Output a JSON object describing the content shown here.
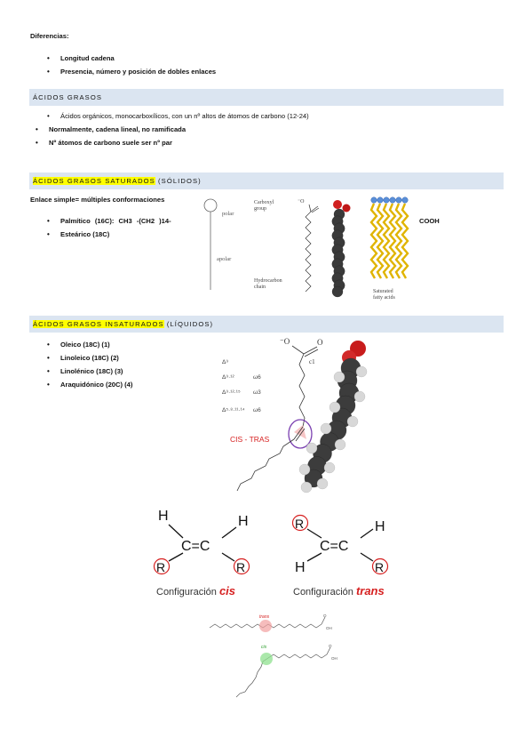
{
  "intro": {
    "heading": "Diferencias:",
    "items": [
      "Longitud cadena",
      "Presencia, número y posición de dobles enlaces"
    ]
  },
  "section1": {
    "title": "ÁCIDOS GRASOS",
    "items": [
      "Ácidos orgánicos, monocarboxílicos, con un nº altos de átomos de carbono (12-24)",
      "Normalmente, cadena lineal, no ramificada",
      "Nº átomos de carbono suele ser nº par"
    ]
  },
  "section2": {
    "title_highlight": "ÁCIDOS GRASOS SATURADOS",
    "title_rest": " (SÓLIDOS)",
    "subtitle": "Enlace simple= múltiples conformaciones",
    "items": [
      "Palmítico (16C): CH3 -(CH2 )14-",
      "Esteárico (18C)"
    ],
    "cooh": "COOH",
    "figure": {
      "polar": "polar",
      "apolar": "apolar",
      "carboxyl_1": "Carboxyl",
      "carboxyl_2": "group",
      "hydrocarbon_1": "Hydrocarbon",
      "hydrocarbon_2": "chain",
      "saturated_1": "Saturated",
      "saturated_2": "fatty acids"
    }
  },
  "section3": {
    "title_highlight": "ÁCIDOS GRASOS INSATURADOS",
    "title_rest": " (LÍQUIDOS)",
    "items": [
      "Oleico (18C) (1)",
      "Linoleico (18C) (2)",
      "Linolénico (18C) (3)",
      "Araquidónico (20C) (4)"
    ],
    "figure": {
      "delta1": "Δ⁹",
      "delta2": "Δ⁹·¹²",
      "omega2": "ω6",
      "delta3": "Δ⁹·¹²·¹⁵",
      "omega3": "ω3",
      "delta4": "Δ⁵·⁸·¹¹·¹⁴",
      "omega4": "ω6",
      "c1": "c1",
      "o_label": "O",
      "cis_tras": "CIS - TRAS"
    },
    "config": {
      "h": "H",
      "r": "R",
      "cc": "C=C",
      "cis_prefix": "Configuración ",
      "cis_word": "cis",
      "trans_prefix": "Configuración ",
      "trans_word": "trans",
      "trans_tag": "trans",
      "cis_tag": "cis",
      "oh": "OH",
      "o": "O"
    }
  },
  "colors": {
    "band": "#dbe5f1",
    "highlight": "#ffff00",
    "red_label": "#d62020",
    "purple_circle": "#7a3fb0"
  }
}
